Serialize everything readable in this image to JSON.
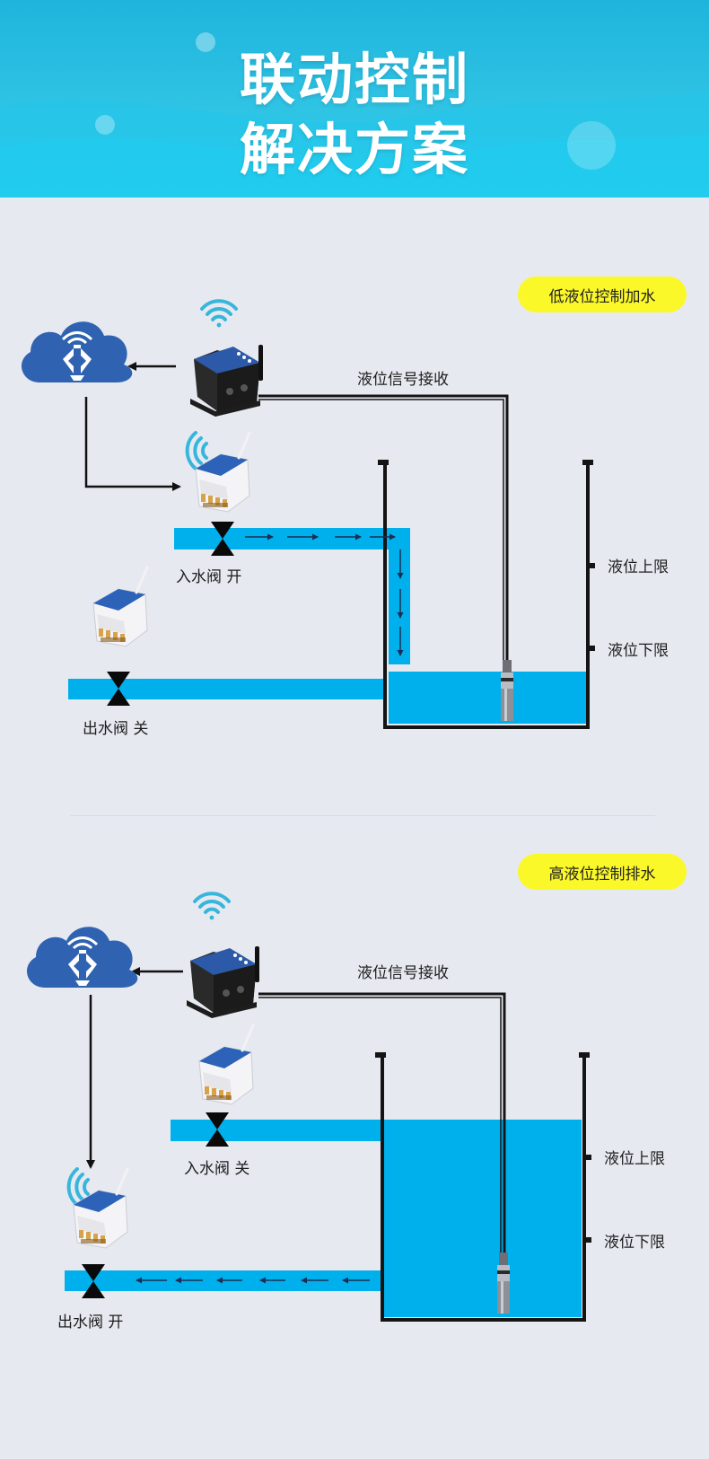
{
  "header": {
    "title_line1": "联动控制",
    "title_line2": "解决方案"
  },
  "panels": [
    {
      "badge": "低液位控制加水",
      "signal_label": "液位信号接收",
      "upper_limit_label": "液位上限",
      "lower_limit_label": "液位下限",
      "inlet_valve_label": "入水阀 开",
      "outlet_valve_label": "出水阀 关",
      "water_level": "low",
      "flow": "inlet"
    },
    {
      "badge": "高液位控制排水",
      "signal_label": "液位信号接收",
      "upper_limit_label": "液位上限",
      "lower_limit_label": "液位下限",
      "inlet_valve_label": "入水阀 关",
      "outlet_valve_label": "出水阀  开",
      "water_level": "high",
      "flow": "outlet"
    }
  ],
  "colors": {
    "water": "#00b0ec",
    "cloud": "#2f63b2",
    "badge": "#fbf82a",
    "wifi": "#37b6dc",
    "header": "#2fc3e4"
  },
  "icons": [
    "cloud-icon",
    "wifi-icon",
    "gateway-device-icon",
    "controller-module-icon",
    "valve-icon",
    "level-sensor-icon"
  ]
}
